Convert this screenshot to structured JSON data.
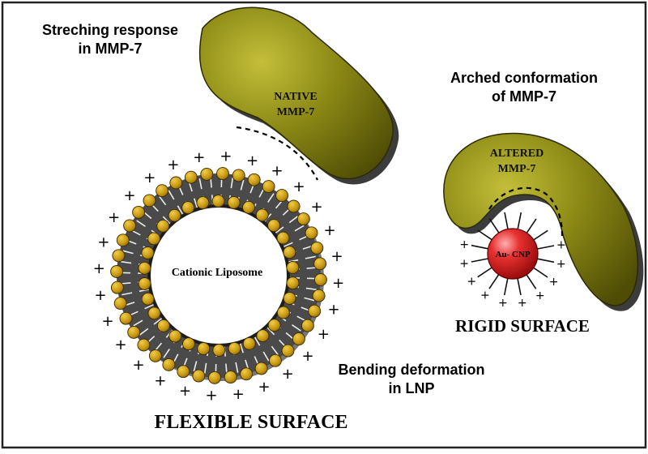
{
  "labels": {
    "stretching_line1": "Streching response",
    "stretching_line2": "in MMP-7",
    "arched_line1": "Arched conformation",
    "arched_line2": "of MMP-7",
    "native_line1": "NATIVE",
    "native_line2": "MMP-7",
    "altered_line1": "ALTERED",
    "altered_line2": "MMP-7",
    "liposome": "Cationic Liposome",
    "nanoparticle": "Au- CNP",
    "bending_line1": "Bending deformation",
    "bending_line2": "in LNP",
    "rigid_surface": "RIGID SURFACE",
    "flexible_surface": "FLEXIBLE SURFACE",
    "charge_symbol": "+"
  },
  "colors": {
    "protein_dark": "#5c5a08",
    "protein_mid": "#8d8a16",
    "protein_light": "#c3bf3a",
    "lipid_head": "#c99a12",
    "lipid_head_light": "#f0cc4a",
    "nanoparticle": "#d81414",
    "nanoparticle_light": "#ff9a9a",
    "frame": "#222222",
    "text": "#000000"
  }
}
